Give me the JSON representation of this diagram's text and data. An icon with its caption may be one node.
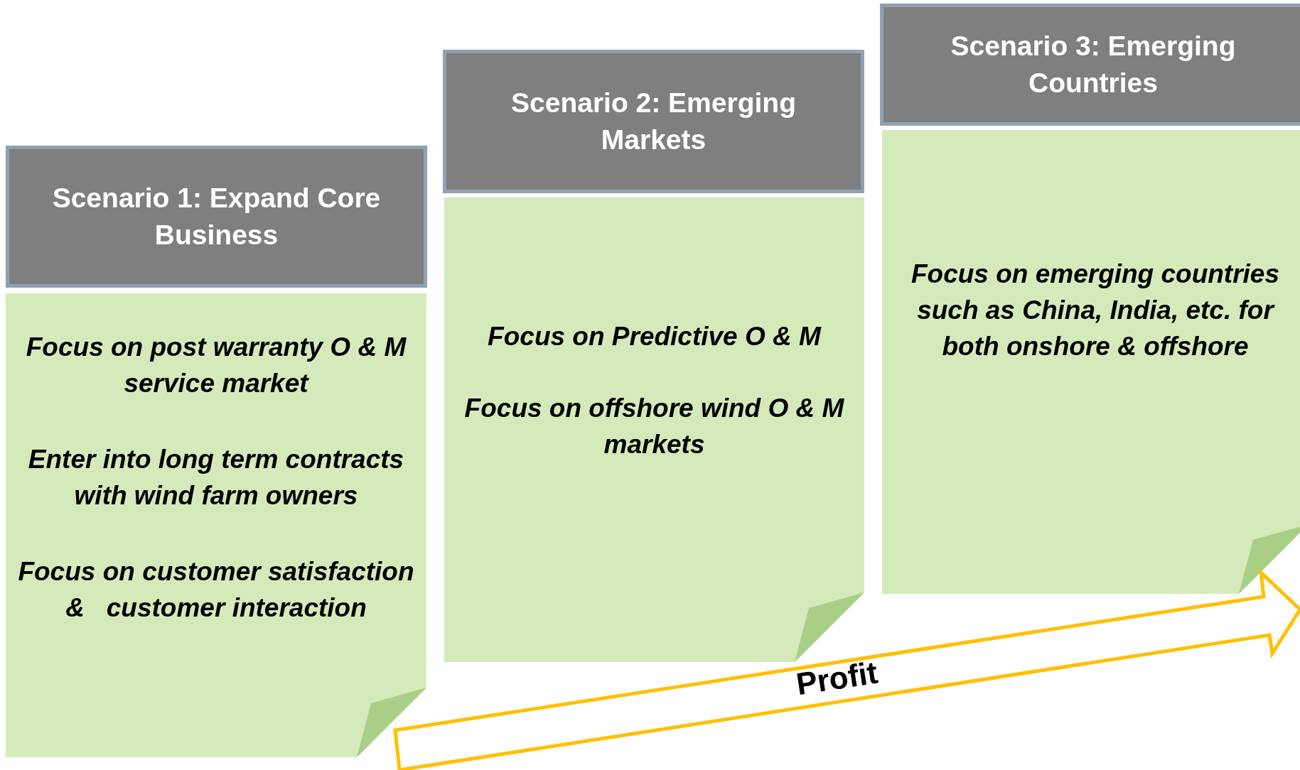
{
  "diagram": {
    "nodes": [
      {
        "text": [
          "Scenario 1: Expand Core Business"
        ]
      },
      {
        "text": [
          "Focus on post warranty O & M service market",
          "Enter into long term contracts with wind farm owners",
          "Focus on customer satisfaction &   customer interaction"
        ]
      },
      {
        "text": [
          "Scenario 2: Emerging Markets"
        ]
      },
      {
        "text": [
          "Focus on Predictive O & M",
          "Focus on offshore wind O & M markets"
        ]
      },
      {
        "text": [
          "Scenario 3: Emerging Countries"
        ]
      },
      {
        "text": [
          "Focus on emerging countries such as China, India, etc. for both onshore & offshore"
        ]
      },
      {
        "text": [
          "Profit"
        ]
      }
    ],
    "edges": []
  }
}
